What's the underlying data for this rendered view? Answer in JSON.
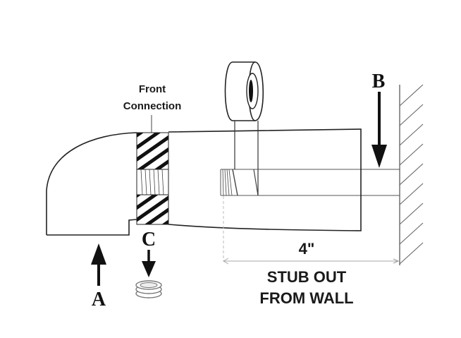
{
  "diagram": {
    "title": "Tub spout installation diagram",
    "labels": {
      "front_connection_line1": "Front",
      "front_connection_line2": "Connection",
      "letter_a": "A",
      "letter_b": "B",
      "letter_c": "C",
      "dimension": "4\"",
      "stub_out_line1": "STUB OUT",
      "stub_out_line2": "FROM WALL"
    },
    "parts": [
      "spout-body",
      "front-connection-threads",
      "thread-tape-roll",
      "stub-pipe",
      "wall",
      "adapter-ring"
    ],
    "colors": {
      "ink": "#222222",
      "dim_line": "#999999",
      "background": "#ffffff"
    }
  }
}
